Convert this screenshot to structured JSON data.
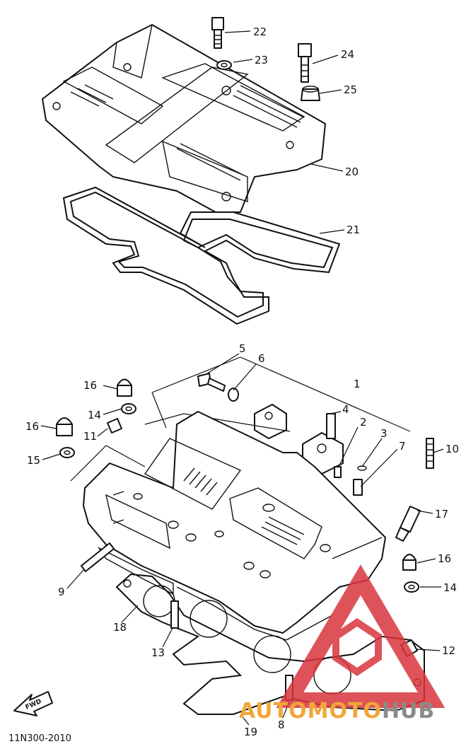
{
  "diagram_code": "11N300-2010",
  "fwd_label": "FWD",
  "watermark": {
    "part1": "AUTOMOTO",
    "part2": "HUB",
    "color1": "#f2a63a",
    "color2": "#8a8a8a",
    "logo_color": "#d9363e"
  },
  "callouts": {
    "c1": "1",
    "c2": "2",
    "c3": "3",
    "c4": "4",
    "c5": "5",
    "c6": "6",
    "c7": "7",
    "c8": "8",
    "c9": "9",
    "c10": "10",
    "c11": "11",
    "c12": "12",
    "c13": "13",
    "c14a": "14",
    "c14b": "14",
    "c15": "15",
    "c16a": "16",
    "c16b": "16",
    "c16c": "16",
    "c17": "17",
    "c18": "18",
    "c19": "19",
    "c20": "20",
    "c21": "21",
    "c22": "22",
    "c23": "23",
    "c24": "24",
    "c25": "25"
  }
}
